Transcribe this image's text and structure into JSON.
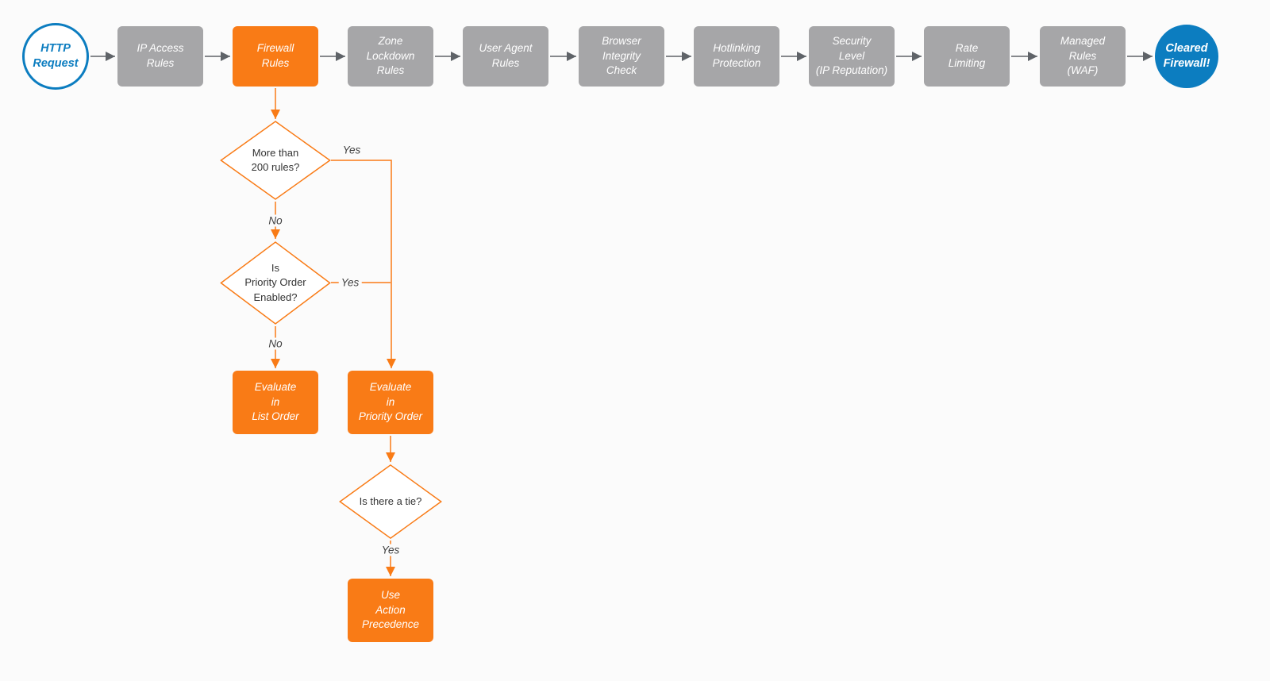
{
  "colors": {
    "accent_orange": "#f97b16",
    "node_gray": "#a6a6a8",
    "brand_blue": "#0c7dc0"
  },
  "flow": {
    "start": {
      "label": "HTTP\nRequest"
    },
    "pipeline": [
      {
        "label": "IP Access\nRules"
      },
      {
        "label": "Firewall\nRules"
      },
      {
        "label": "Zone\nLockdown\nRules"
      },
      {
        "label": "User Agent\nRules"
      },
      {
        "label": "Browser\nIntegrity\nCheck"
      },
      {
        "label": "Hotlinking\nProtection"
      },
      {
        "label": "Security\nLevel\n(IP Reputation)"
      },
      {
        "label": "Rate\nLimiting"
      },
      {
        "label": "Managed\nRules\n(WAF)"
      }
    ],
    "end": {
      "label": "Cleared\nFirewall!"
    },
    "decisions": [
      {
        "label": "More than\n200 rules?"
      },
      {
        "label": "Is\nPriority Order\nEnabled?"
      },
      {
        "label": "Is there a tie?"
      }
    ],
    "actions": [
      {
        "label": "Evaluate\nin\nList Order"
      },
      {
        "label": "Evaluate\nin\nPriority Order"
      },
      {
        "label": "Use\nAction\nPrecedence"
      }
    ],
    "edge_labels": {
      "d1_yes": "Yes",
      "d1_no": "No",
      "d2_yes": "Yes",
      "d2_no": "No",
      "d3_yes": "Yes"
    }
  }
}
